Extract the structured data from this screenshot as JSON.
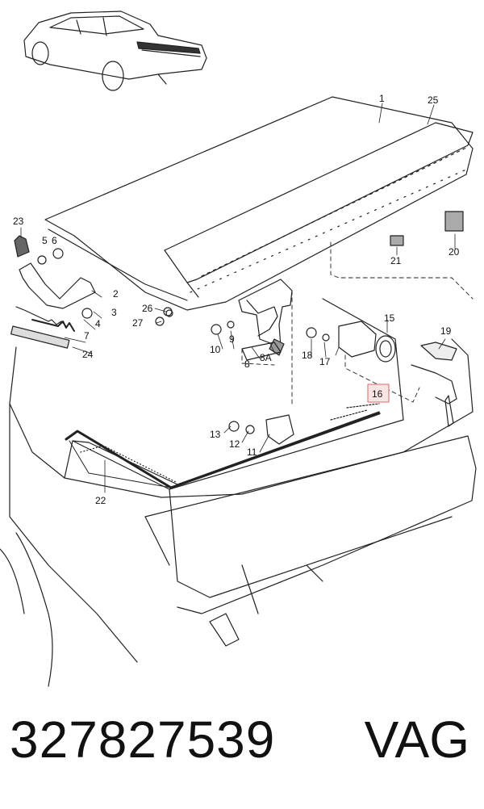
{
  "callouts": {
    "c1": "1",
    "c2": "2",
    "c3": "3",
    "c4": "4",
    "c5": "5",
    "c6": "6",
    "c7": "7",
    "c8": "8",
    "c8a": "8A",
    "c9": "9",
    "c10": "10",
    "c11": "11",
    "c12": "12",
    "c13": "13",
    "c16": "16",
    "c15": "15",
    "c17": "17",
    "c18": "18",
    "c19": "19",
    "c20": "20",
    "c21": "21",
    "c22": "22",
    "c23": "23",
    "c24": "24",
    "c25": "25",
    "c26": "26",
    "c27": "27"
  },
  "highlight_color": "#e06666",
  "footer": {
    "part_number": "327827539",
    "brand": "VAG"
  }
}
